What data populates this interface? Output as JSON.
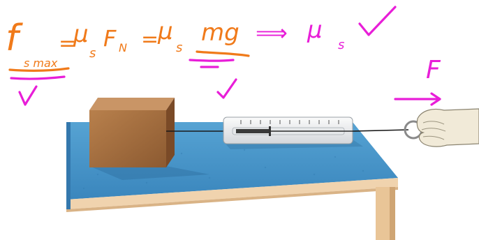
{
  "equation": {
    "lhs_symbol": "f",
    "lhs_subscript": "s max",
    "mu_s_1": "μ",
    "mu_s_sub_1": "s",
    "normal_force": "F",
    "normal_force_sub": "N",
    "mu_s_2": "μ",
    "mu_s_sub_2": "s",
    "mg": "mg",
    "equals_1": "=",
    "equals_2": "=",
    "implies": "⟹",
    "result_mu": "μ",
    "result_sub": "s"
  },
  "force_label": "F",
  "spring_scale": {
    "tick_marks": "1 2 3 4 5 6 7 8 9 10"
  },
  "colors": {
    "orange_ink": "#f07a1a",
    "magenta_ink": "#e81ed8",
    "table_top": "#3f90c6",
    "table_edge": "#e8c49a",
    "block": "#a9703f"
  },
  "icons": [
    "checkmark-icon",
    "arrow-icon",
    "hand-icon"
  ]
}
